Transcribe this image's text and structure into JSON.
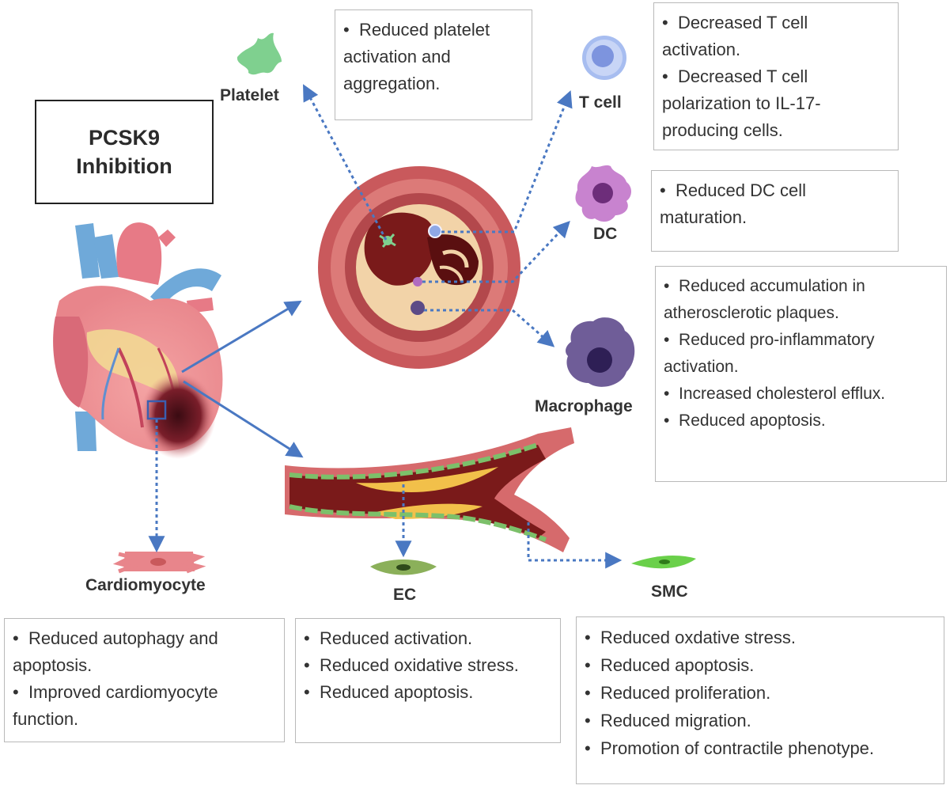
{
  "title": {
    "line1": "PCSK9",
    "line2": "Inhibition"
  },
  "labels": {
    "platelet": "Platelet",
    "t_cell": "T cell",
    "dc": "DC",
    "macrophage": "Macrophage",
    "cardiomyocyte": "Cardiomyocyte",
    "ec": "EC",
    "smc": "SMC"
  },
  "notes": {
    "platelet": [
      "Reduced platelet activation and aggregation."
    ],
    "t_cell": [
      "Decreased T cell activation.",
      "Decreased T cell polarization to IL-17-producing cells."
    ],
    "dc": [
      "Reduced DC cell maturation."
    ],
    "macrophage": [
      "Reduced accumulation in atherosclerotic plaques.",
      "Reduced pro-inflammatory activation.",
      "Increased cholesterol efflux.",
      "Reduced apoptosis."
    ],
    "cardiomyocyte": [
      "Reduced autophagy and apoptosis.",
      "Improved cardiomyocyte function."
    ],
    "ec": [
      "Reduced activation.",
      "Reduced oxidative stress.",
      "Reduced apoptosis."
    ],
    "smc": [
      "Reduced oxdative stress.",
      "Reduced apoptosis.",
      "Reduced proliferation.",
      "Reduced migration.",
      "Promotion of contractile phenotype."
    ]
  },
  "colors": {
    "arrow": "#4a78c2",
    "vessel_outer": "#c9595c",
    "plaque": "#f2d3a8",
    "lumen": "#7a1a1a",
    "platelet": "#7fd08f",
    "t_cell": "#8fa8e6",
    "dc": "#b06bc0",
    "macrophage": "#5c4a86",
    "smc": "#6ad04a",
    "ec": "#8bb05a"
  }
}
